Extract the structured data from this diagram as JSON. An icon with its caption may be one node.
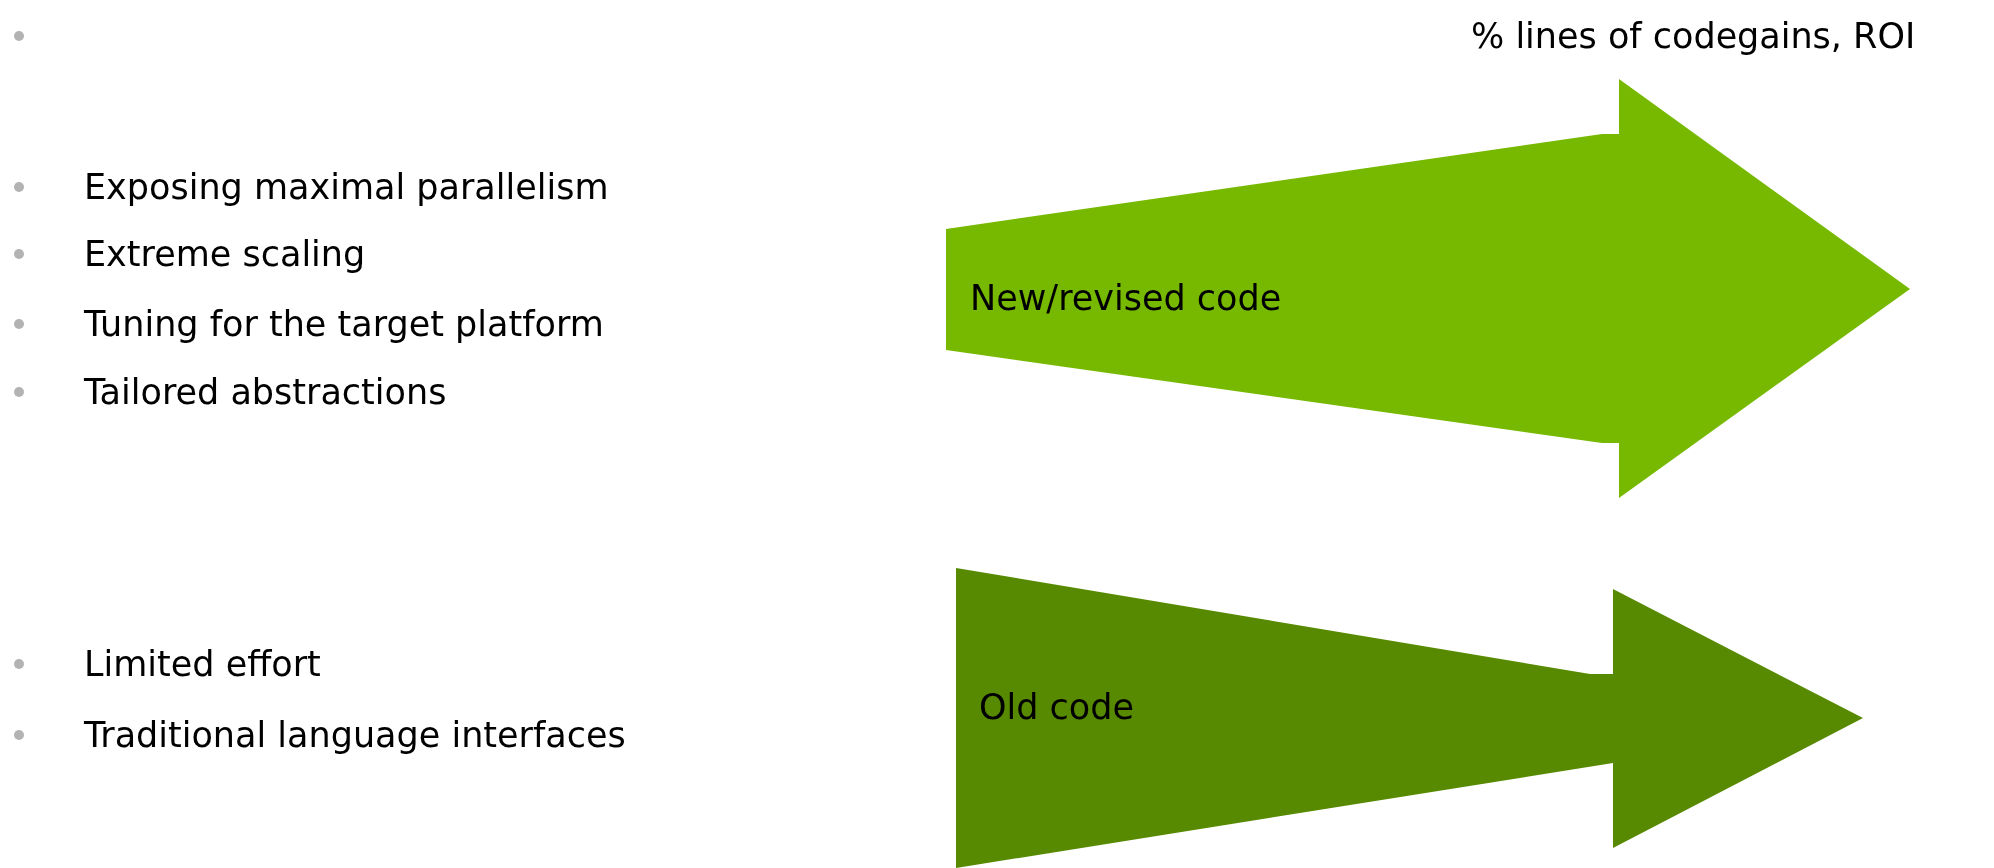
{
  "diagram": {
    "nodes": [
      {
        "text": [
          "New/revised code"
        ]
      },
      {
        "text": [
          "Old code"
        ]
      }
    ],
    "labels": [
      "% lines of code",
      "gains, ROI",
      "Exposing maximal parallelism",
      "Extreme scaling",
      "Tuning for the target platform",
      "Tailored abstractions",
      "Limited effort",
      "Traditional language interfaces"
    ]
  }
}
